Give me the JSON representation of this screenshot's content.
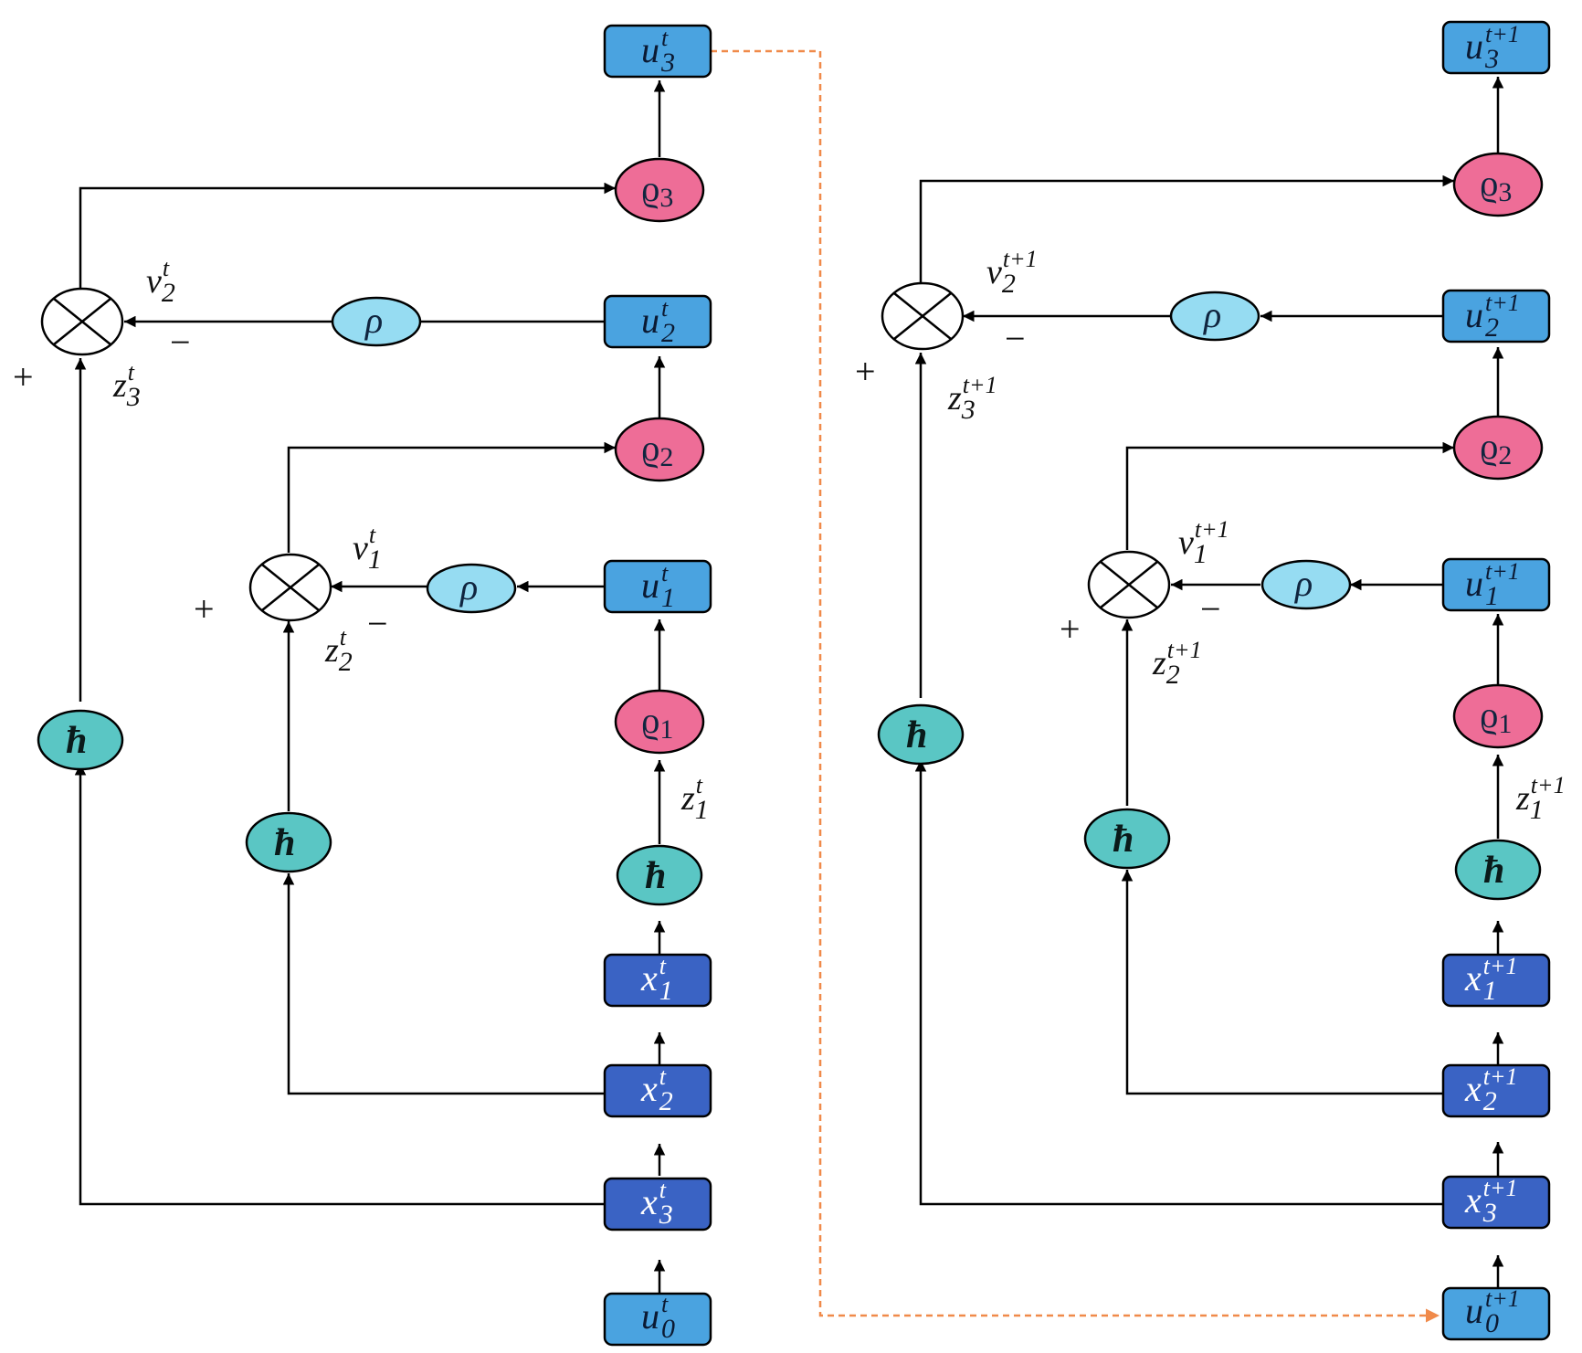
{
  "colors": {
    "u_box": "#4aa3e0",
    "x_box": "#3a63c4",
    "rho_oval": "#96dcf2",
    "varrho_oval": "#ee6d97",
    "hbar_oval": "#5ac6c4",
    "dashed_link": "#f08a4a",
    "line": "#000000"
  },
  "left": {
    "u3": {
      "base": "u",
      "sub": "3",
      "sup": "t"
    },
    "u2": {
      "base": "u",
      "sub": "2",
      "sup": "t"
    },
    "u1": {
      "base": "u",
      "sub": "1",
      "sup": "t"
    },
    "u0": {
      "base": "u",
      "sub": "0",
      "sup": "t"
    },
    "x1": {
      "base": "x",
      "sub": "1",
      "sup": "t"
    },
    "x2": {
      "base": "x",
      "sub": "2",
      "sup": "t"
    },
    "x3": {
      "base": "x",
      "sub": "3",
      "sup": "t"
    },
    "v2": {
      "base": "v",
      "sub": "2",
      "sup": "t"
    },
    "v1": {
      "base": "v",
      "sub": "1",
      "sup": "t"
    },
    "z3": {
      "base": "z",
      "sub": "3",
      "sup": "t"
    },
    "z2": {
      "base": "z",
      "sub": "2",
      "sup": "t"
    },
    "z1": {
      "base": "z",
      "sub": "1",
      "sup": "t"
    }
  },
  "right": {
    "u3": {
      "base": "u",
      "sub": "3",
      "sup": "t+1"
    },
    "u2": {
      "base": "u",
      "sub": "2",
      "sup": "t+1"
    },
    "u1": {
      "base": "u",
      "sub": "1",
      "sup": "t+1"
    },
    "u0": {
      "base": "u",
      "sub": "0",
      "sup": "t+1"
    },
    "x1": {
      "base": "x",
      "sub": "1",
      "sup": "t+1"
    },
    "x2": {
      "base": "x",
      "sub": "2",
      "sup": "t+1"
    },
    "x3": {
      "base": "x",
      "sub": "3",
      "sup": "t+1"
    },
    "v2": {
      "base": "v",
      "sub": "2",
      "sup": "t+1"
    },
    "v1": {
      "base": "v",
      "sub": "1",
      "sup": "t+1"
    },
    "z3": {
      "base": "z",
      "sub": "3",
      "sup": "t+1"
    },
    "z2": {
      "base": "z",
      "sub": "2",
      "sup": "t+1"
    },
    "z1": {
      "base": "z",
      "sub": "1",
      "sup": "t+1"
    }
  },
  "symbols": {
    "rho": "ρ",
    "varrho": "ϱ",
    "varrho_sub": [
      "1",
      "2",
      "3"
    ],
    "hbar": "ħ",
    "plus": "+",
    "minus": "−"
  }
}
